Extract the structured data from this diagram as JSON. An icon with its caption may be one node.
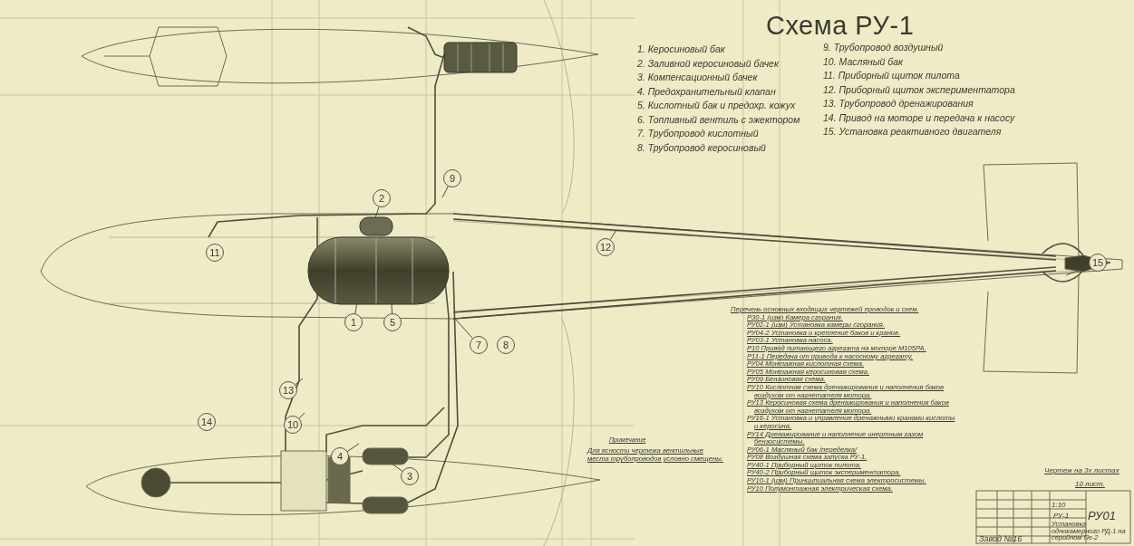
{
  "diagram": {
    "title": "Схема РУ-1",
    "nodes": [
      {
        "text": [
          "9"
        ]
      },
      {
        "text": [
          "2"
        ]
      },
      {
        "text": [
          "11"
        ]
      },
      {
        "text": [
          "12"
        ]
      },
      {
        "text": [
          "15"
        ]
      },
      {
        "text": [
          "1"
        ]
      },
      {
        "text": [
          "5"
        ]
      },
      {
        "text": [
          "7"
        ]
      },
      {
        "text": [
          "8"
        ]
      },
      {
        "text": [
          "13"
        ]
      },
      {
        "text": [
          "10"
        ]
      },
      {
        "text": [
          "14"
        ]
      },
      {
        "text": [
          "4"
        ]
      },
      {
        "text": [
          "3"
        ]
      }
    ],
    "edges": [
      {
        "from": 0,
        "to": null,
        "arrow": "none"
      },
      {
        "from": 1,
        "to": null,
        "arrow": "none"
      },
      {
        "from": 3,
        "to": null,
        "arrow": "none"
      },
      {
        "from": 4,
        "to": null,
        "arrow": "none"
      },
      {
        "from": 5,
        "to": null,
        "arrow": "none"
      },
      {
        "from": 6,
        "to": null,
        "arrow": "none"
      },
      {
        "from": 7,
        "to": null,
        "arrow": "none"
      },
      {
        "from": 9,
        "to": null,
        "arrow": "none"
      },
      {
        "from": 10,
        "to": null,
        "arrow": "none"
      },
      {
        "from": 12,
        "to": null,
        "arrow": "none"
      },
      {
        "from": 13,
        "to": null,
        "arrow": "none"
      }
    ],
    "labels": [
      "1. Керосиновый бак",
      "2. Заливной керосиновый бачек",
      "3. Компенсационный бачек",
      "4. Предохранительный клапан",
      "5. Кислотный бак и предохр. кожух",
      "6. Топливный вентиль с эжектором",
      "7. Трубопровод кислотный",
      "8. Трубопровод керосиновый",
      "9. Трубопровод воздушный",
      "10. Масляный бак",
      "11. Приборный щиток пилота",
      "12. Приборный щиток экспериментатора",
      "13. Трубопровод дренажирования",
      "14. Привод на моторе и передача к насосу",
      "15. Установка реактивного двигателя",
      "Перечень основных входящих чертежей проводок и схем.",
      "Р30-1 (изм) Камера сгорания.",
      "РУ02-1 (изм) Установка камеры сгорания.",
      "РУ04-2 Установка и крепление баков и кранов.",
      "РУ03-1 Установка насоса.",
      "Р10 Привод питающего агрегата на моторе М105РА.",
      "Р11-1 Передача от привода к насосному агрегату.",
      "РУ04 Монтажная кислотная схема.",
      "РУ05 Монтажная керосиновая схема.",
      "РУ09 Бензиновая схема.",
      "РУ10 Кислотная схема дренажирования и наполнения баков воздухом от нагнетателя мотора.",
      "РУ13 Керосиновая схема дренажирования и наполнения баков воздухом от нагнетателя мотора.",
      "РУ16-1 Установка и управление дренажными кранами кислоты и керосина.",
      "РУ14 Дренажирование и наполнение инертным газом бензосистемы.",
      "РУ06-1 Масляный бак /переделка/",
      "РУ08 Воздушная схема запуска РУ-1.",
      "РУ40-1 Приборный щиток пилота.",
      "РУ40-2 Приборный щиток экспериментатора.",
      "РУ10-1 (изм) Принципиальная схема электросистемы.",
      "РУ10 Полумонтажная электрическая схема.",
      "Примечание",
      "Для ясности чертежа вентильные места трубопроводов условно смещены.",
      "Чертеж на 3х листах",
      "1й лист.",
      "1:10",
      "РУ-1",
      "РУ01",
      "Установка однокамерного РД-1 на серийном Пе-2",
      "Завод №16"
    ]
  }
}
